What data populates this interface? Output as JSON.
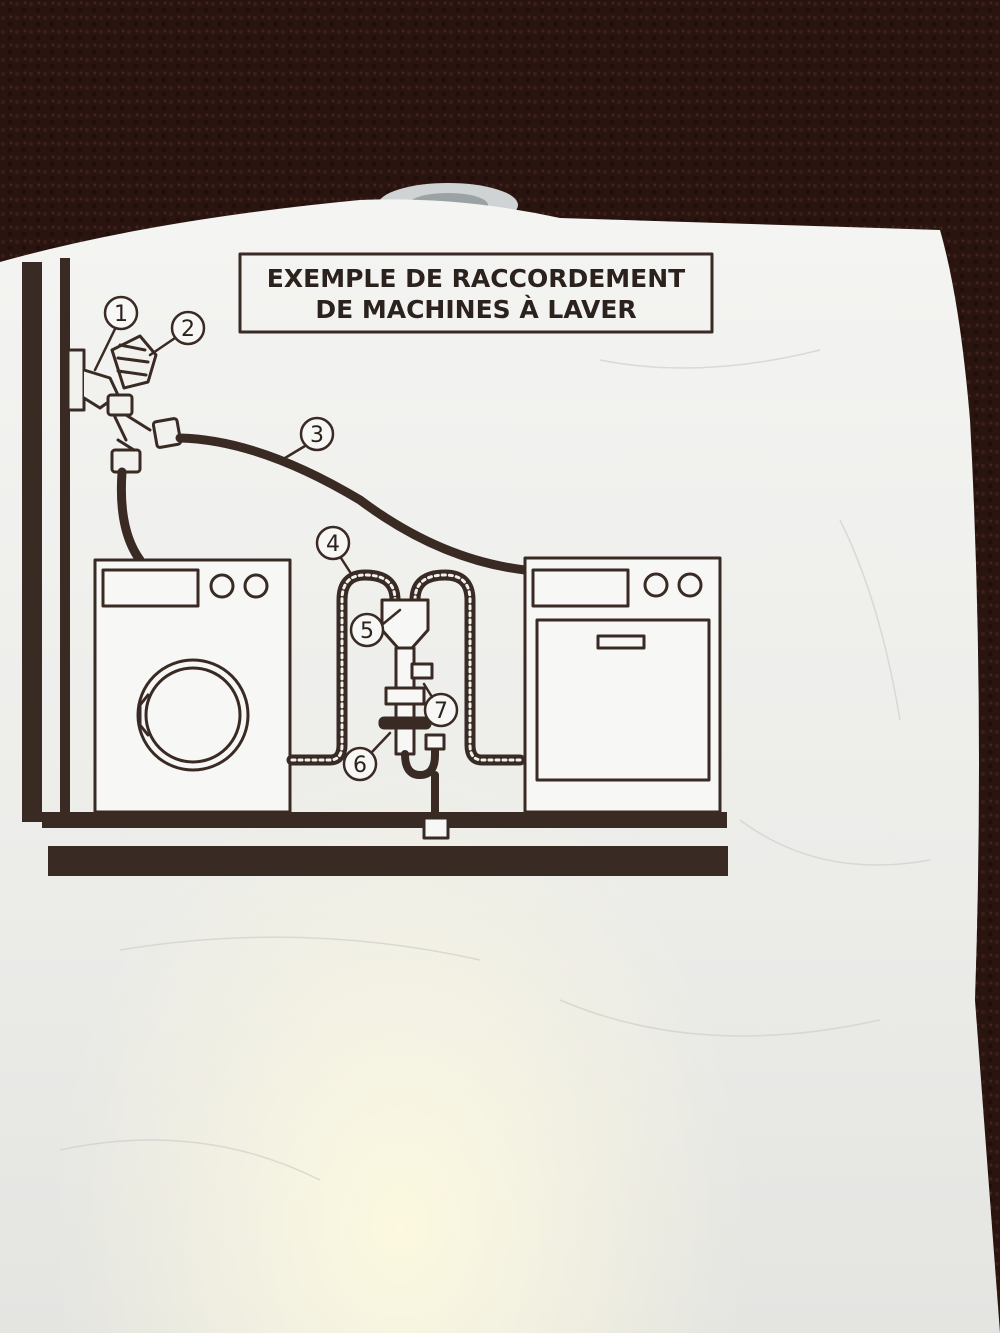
{
  "title": {
    "line1": "EXEMPLE DE RACCORDEMENT",
    "line2": "DE MACHINES À LAVER"
  },
  "callouts": [
    "1",
    "2",
    "3",
    "4",
    "5",
    "6",
    "7"
  ],
  "colors": {
    "background_fabric": "#2a1410",
    "bag": "#f1f1ee",
    "ink": "#3a2a24"
  }
}
